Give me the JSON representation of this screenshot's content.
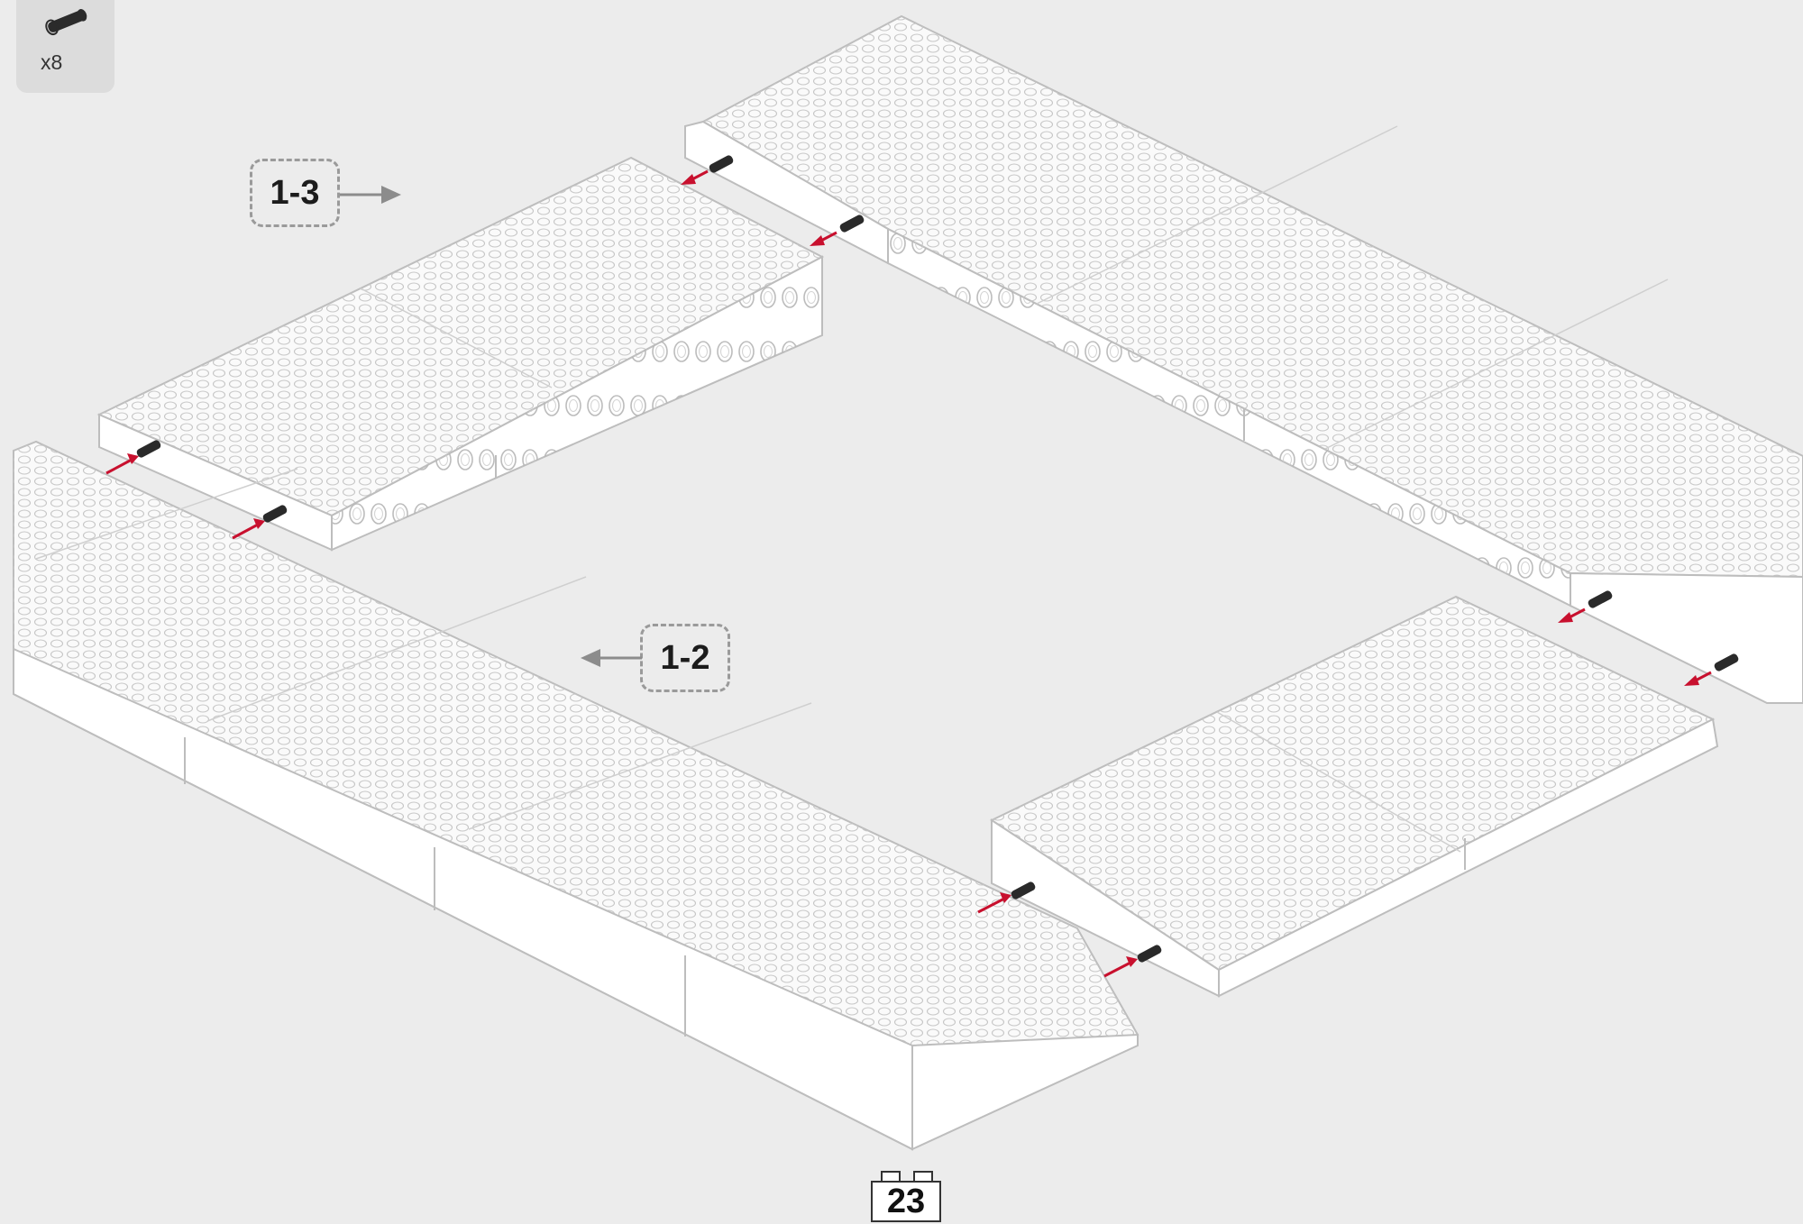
{
  "parts_callout": {
    "count": "x8",
    "icon": "technic-pin-icon"
  },
  "references": {
    "upper_left": "1-3",
    "center": "1-2"
  },
  "step": {
    "number": "23"
  },
  "colors": {
    "background": "#ececec",
    "insert_arrow": "#c8102e",
    "ref_arrow": "#8c8c8c",
    "outline": "#b8b8b8"
  }
}
